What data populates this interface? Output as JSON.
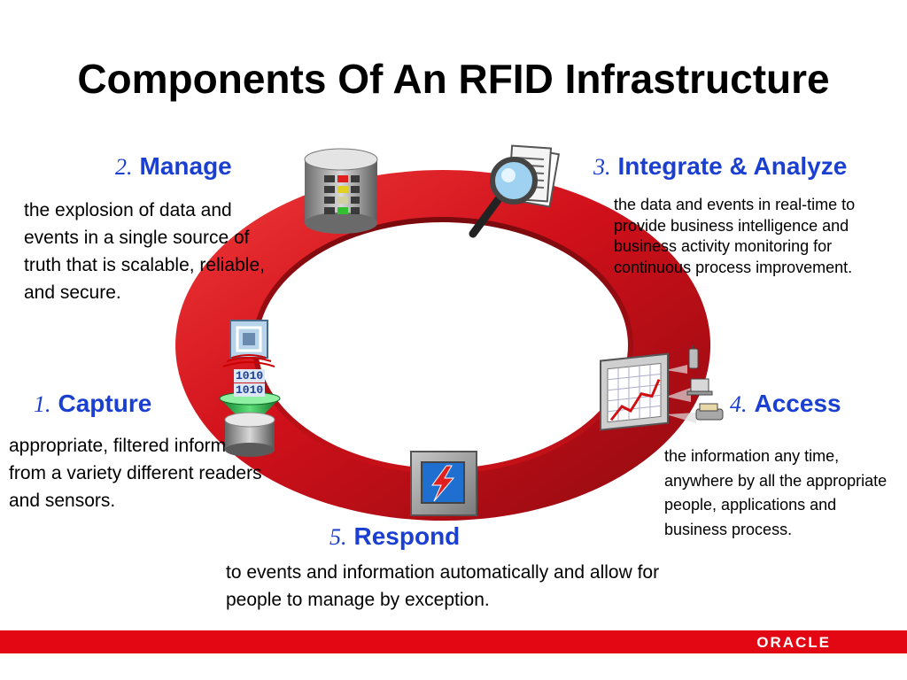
{
  "title": "Components Of An RFID Infrastructure",
  "steps": [
    {
      "num": "1.",
      "label": "Capture",
      "text": "appropriate, filtered information from a variety different readers and sensors."
    },
    {
      "num": "2.",
      "label": "Manage",
      "text": "the explosion of data and events in a single source of truth that is scalable, reliable, and secure."
    },
    {
      "num": "3.",
      "label": "Integrate & Analyze",
      "text": "the data and events in real-time to provide business intelligence and business activity monitoring for continuous process improvement."
    },
    {
      "num": "4.",
      "label": "Access",
      "text": "the information any time, anywhere by all the appropriate people, applications and business process."
    },
    {
      "num": "5.",
      "label": "Respond",
      "text": "to events and information automatically and allow for people to manage by exception."
    }
  ],
  "icons": {
    "capture": "rfid-chip-funnel-icon",
    "manage": "database-icon",
    "integrate": "magnifier-document-icon",
    "access": "monitor-devices-icon",
    "respond": "alert-icon"
  },
  "colors": {
    "ring": "#d0101a",
    "step_label": "#1a3fd1",
    "footer": "#e30613"
  },
  "binary_1": "1010",
  "binary_2": "1010",
  "logo": "ORACLE"
}
